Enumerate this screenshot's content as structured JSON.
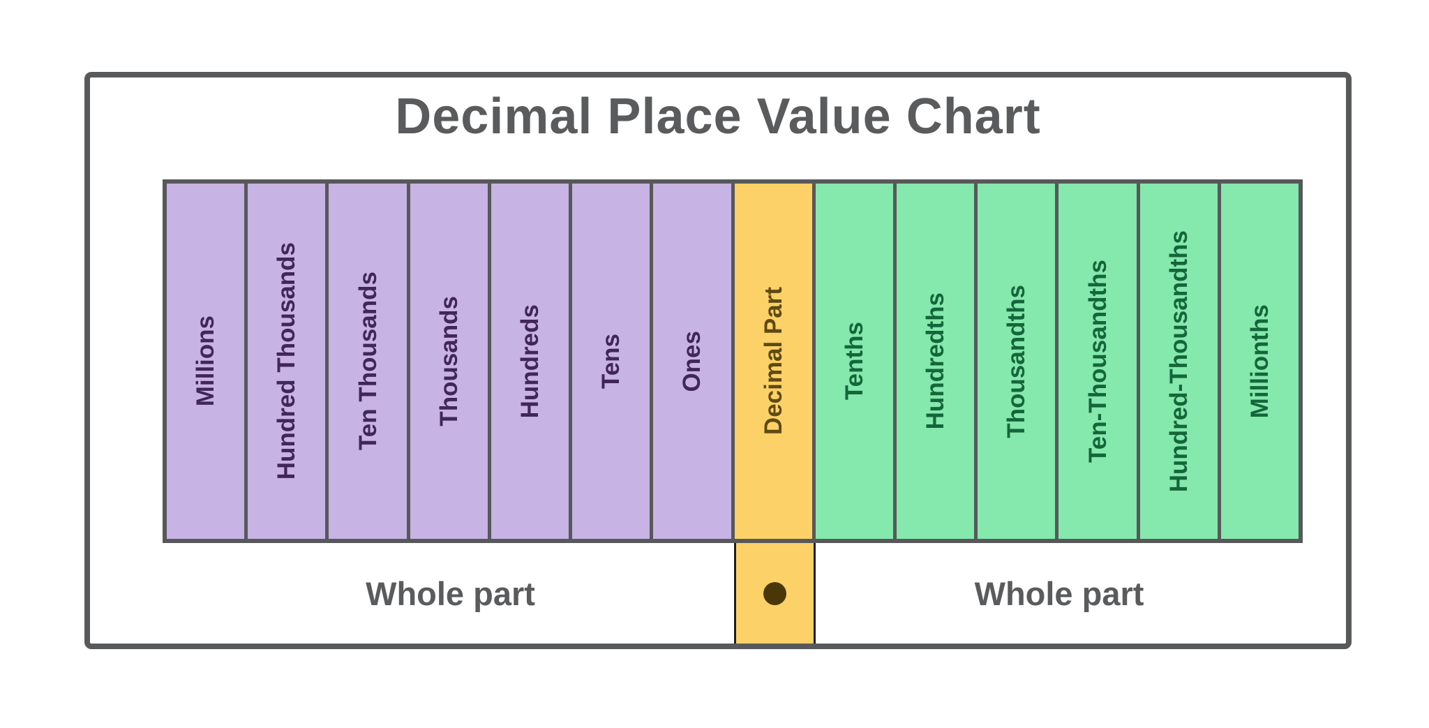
{
  "title": "Decimal Place Value Chart",
  "table": {
    "columns": [
      {
        "label": "Millions",
        "section": "whole"
      },
      {
        "label": "Hundred Thousands",
        "section": "whole"
      },
      {
        "label": "Ten Thousands",
        "section": "whole"
      },
      {
        "label": "Thousands",
        "section": "whole"
      },
      {
        "label": "Hundreds",
        "section": "whole"
      },
      {
        "label": "Tens",
        "section": "whole"
      },
      {
        "label": "Ones",
        "section": "whole"
      },
      {
        "label": "Decimal Part",
        "section": "separator"
      },
      {
        "label": "Tenths",
        "section": "decimal"
      },
      {
        "label": "Hundredths",
        "section": "decimal"
      },
      {
        "label": "Thousandths",
        "section": "decimal"
      },
      {
        "label": "Ten-Thousandths",
        "section": "decimal"
      },
      {
        "label": "Hundred-Thousandths",
        "section": "decimal"
      },
      {
        "label": "Millionths",
        "section": "decimal"
      }
    ]
  },
  "footer": {
    "left_label": "Whole part",
    "right_label": "Whole part",
    "decimal_point_icon": "filled-circle"
  },
  "colors": {
    "frame_border": "#58595b",
    "table_border": "#57585a",
    "title_text": "#5a5b5d",
    "whole_bg": "#c7b3e4",
    "whole_text": "#41265a",
    "separator_bg": "#fcd167",
    "separator_text": "#5e4a12",
    "decimal_bg": "#85e8ac",
    "decimal_text": "#14663a",
    "decimal_dot": "#4a3708"
  }
}
